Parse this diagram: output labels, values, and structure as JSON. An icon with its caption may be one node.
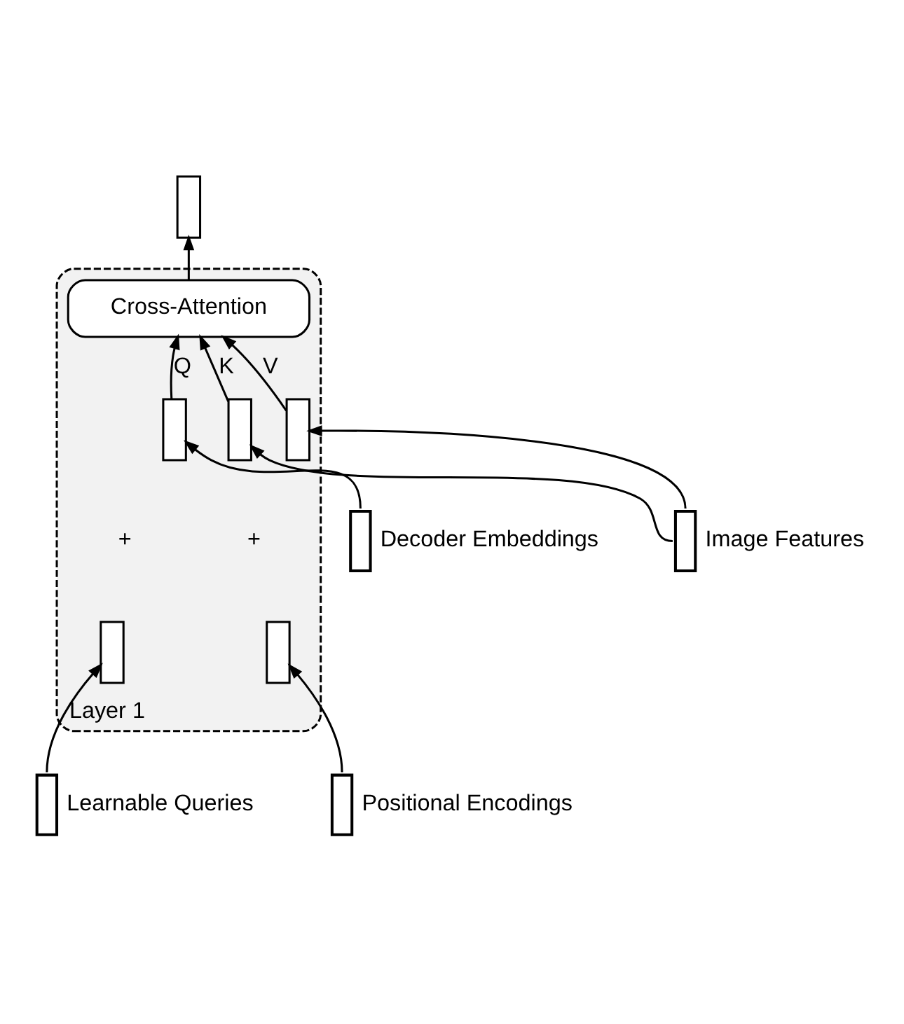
{
  "diagram": {
    "nodes": [
      {
        "text": [
          "Layer 1"
        ]
      },
      {
        "text": [
          "Cross-Attention"
        ],
        "in": 0
      },
      {
        "text": [],
        "shape": "bar"
      },
      {
        "text": [],
        "shape": "bar",
        "in": 0
      },
      {
        "text": [],
        "shape": "bar",
        "in": 0
      },
      {
        "text": [],
        "shape": "bar",
        "in": 0
      },
      {
        "text": [],
        "shape": "bar",
        "in": 0
      },
      {
        "text": [],
        "shape": "bar",
        "in": 0
      },
      {
        "text": [],
        "shape": "bar",
        "beside": [
          "Image Features"
        ]
      },
      {
        "text": [],
        "shape": "bar",
        "beside": [
          "Positional Encodings"
        ]
      },
      {
        "text": [],
        "shape": "bar",
        "beside": [
          "Decoder Embeddings"
        ]
      },
      {
        "text": [],
        "shape": "bar",
        "beside": [
          "Learnable Queries"
        ]
      }
    ],
    "edges": [
      {
        "from": 1,
        "to": 2,
        "arrow": "to"
      },
      {
        "from": 3,
        "to": 1,
        "arrow": "to",
        "label": "V"
      },
      {
        "from": 4,
        "to": 1,
        "arrow": "to",
        "label": "K"
      },
      {
        "from": 5,
        "to": 1,
        "arrow": "to",
        "label": "Q"
      },
      {
        "from": 8,
        "to": 3,
        "arrow": "to"
      },
      {
        "from": 8,
        "to": 4,
        "arrow": "to"
      },
      {
        "from": 9,
        "to": 6,
        "arrow": "to"
      },
      {
        "from": 10,
        "to": 5,
        "arrow": "to"
      },
      {
        "from": 11,
        "to": 7,
        "arrow": "to"
      }
    ],
    "labels": [
      "+",
      "+"
    ]
  }
}
